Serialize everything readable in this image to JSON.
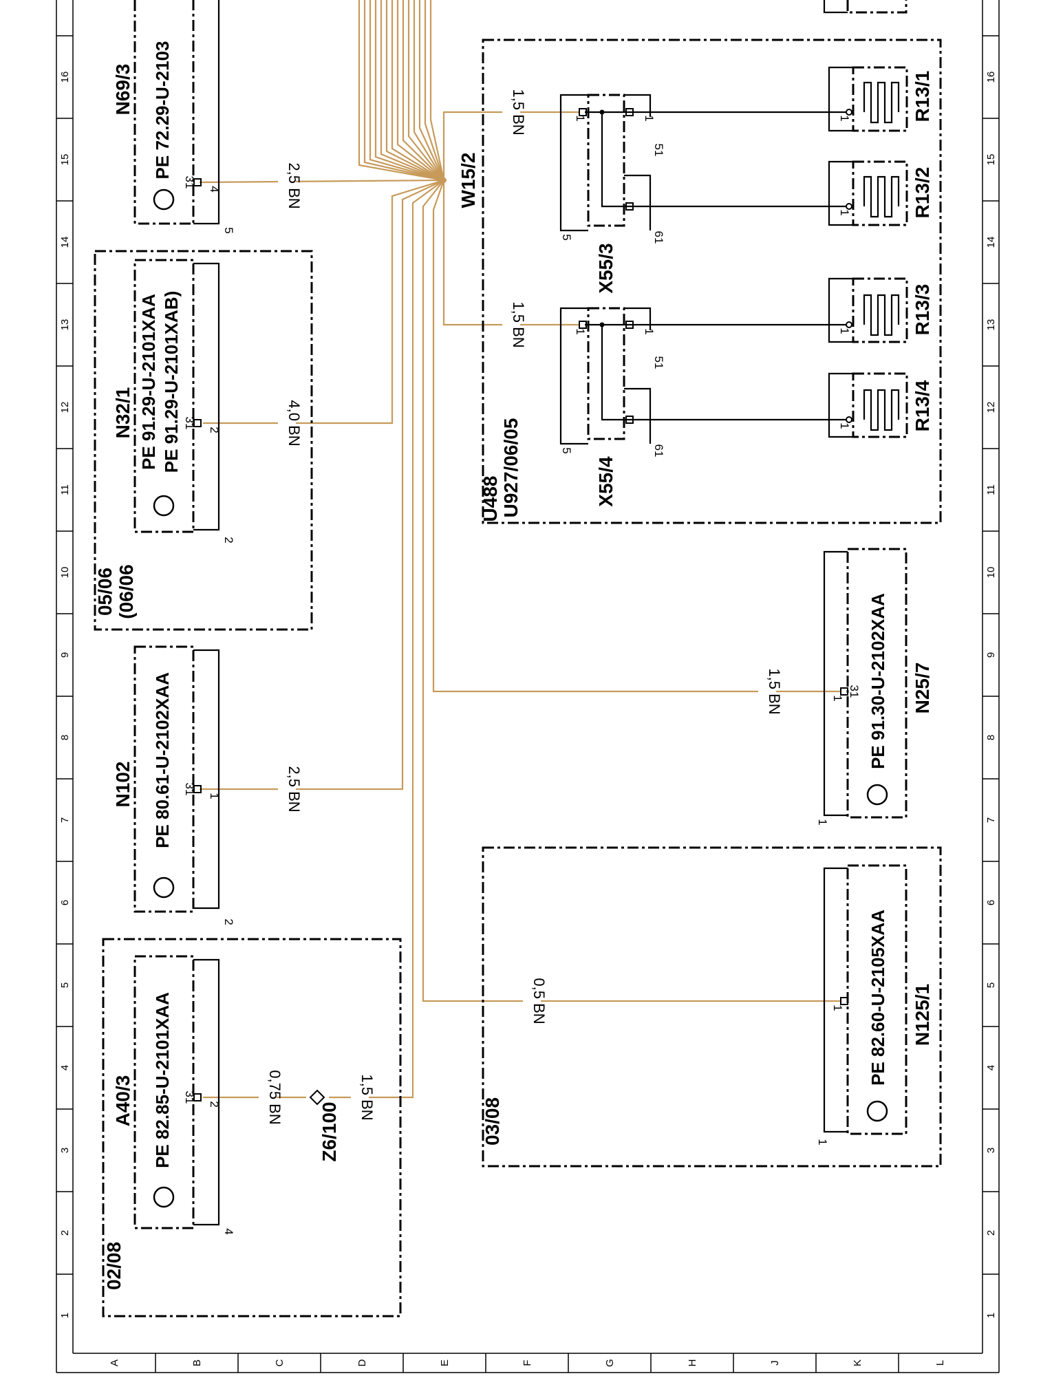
{
  "grid": {
    "columns": [
      "1",
      "2",
      "3",
      "4",
      "5",
      "6",
      "7",
      "8",
      "9",
      "10",
      "11",
      "12",
      "13",
      "14",
      "15",
      "16"
    ],
    "rows": [
      "A",
      "B",
      "C",
      "D",
      "E",
      "F",
      "G",
      "H",
      "J",
      "K",
      "L"
    ]
  },
  "splice": {
    "id": "W15/2"
  },
  "components": {
    "a40": {
      "id": "A40/3",
      "code": "PE  82.85-U-2101XAA",
      "date": "02/08",
      "pin_ground": "31",
      "pin_a": "2",
      "pin_b": "4"
    },
    "n102": {
      "id": "N102",
      "code": "PE  80.61-U-2102XAA",
      "pin_ground": "31",
      "pin_a": "1",
      "pin_b": "2"
    },
    "n32": {
      "id": "N32/1",
      "code1": "PE  91.29-U-2101XAA",
      "code2": "PE  91.29-U-2101XAB)",
      "date1": "05/06",
      "date2": "(06/06",
      "pin_ground": "31",
      "pin_a": "2",
      "pin_b": "2"
    },
    "n69": {
      "id": "N69/3",
      "code": "PE  72.29-U-2103",
      "pin_ground": "31",
      "pin_a": "4",
      "pin_b": "5"
    },
    "n125": {
      "id": "N125/1",
      "code": "PE  82.60-U-2105XAA",
      "date": "03/08",
      "pin_a": "1",
      "pin_b": "1"
    },
    "n25": {
      "id": "N25/7",
      "code": "PE  91.30-U-2102XAA",
      "pin_ground": "31",
      "pin_a": "1",
      "pin_b": "1"
    },
    "u488": {
      "id": "U488",
      "id2": "U927/06/05"
    },
    "x55_3": {
      "id": "X55/3",
      "pins": [
        "1",
        "5",
        "51",
        "61",
        "1"
      ]
    },
    "x55_4": {
      "id": "X55/4",
      "pins": [
        "1",
        "5",
        "51",
        "61",
        "1"
      ]
    },
    "r13_1": {
      "id": "R13/1",
      "pin": "1"
    },
    "r13_2": {
      "id": "R13/2",
      "pin": "1"
    },
    "r13_3": {
      "id": "R13/3",
      "pin": "1"
    },
    "r13_4": {
      "id": "R13/4",
      "pin": "1"
    },
    "z6": {
      "id": "Z6/100"
    }
  },
  "wires": {
    "a40_in": "0,75 BN",
    "a40_out": "1,5 BN",
    "n102": "2,5 BN",
    "n32": "4,0 BN",
    "n69": "2,5 BN",
    "n125": "0,5 BN",
    "n25": "1,5 BN",
    "x55_3": "1,5 BN",
    "x55_4": "1,5 BN"
  }
}
